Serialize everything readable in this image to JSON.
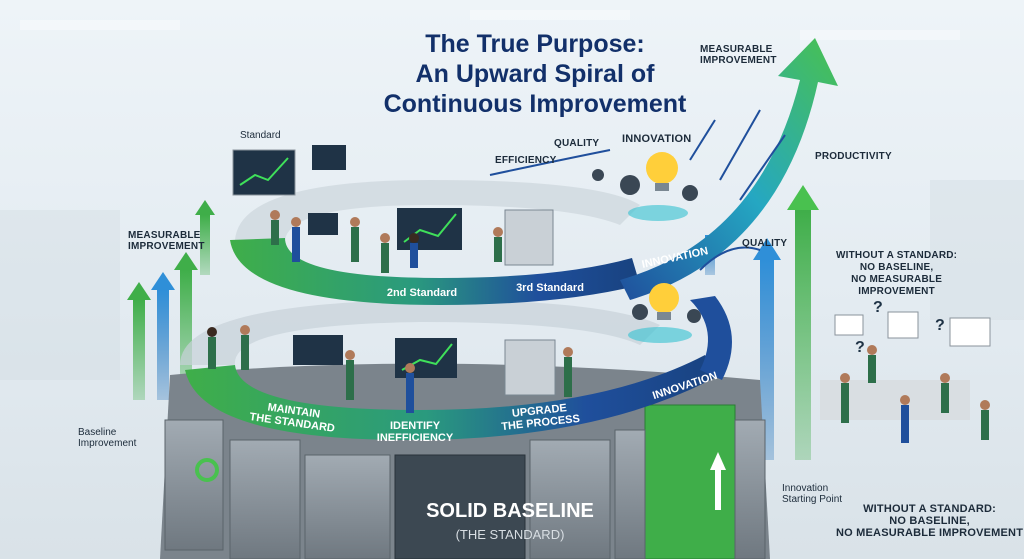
{
  "title": {
    "line1": "The True Purpose:",
    "line2": "An Upward Spiral of",
    "line3": "Continuous Improvement"
  },
  "labels": {
    "measurable_improvement_top": "MEASURABLE\nIMPROVEMENT",
    "standard": "Standard",
    "efficiency": "EFFICIENCY",
    "quality_top": "QUALITY",
    "innovation_top": "INNOVATION",
    "productivity": "PRODUCTIVITY",
    "measurable_improvement_left": "MEASURABLE\nIMPROVEMENT",
    "quality_right": "QUALITY",
    "without_standard_1": "WITHOUT A STANDARD:\nNO BASELINE,\nNO MEASURABLE\nIMPROVEMENT",
    "baseline_improvement": "Baseline\nImprovement",
    "innovation_starting_point": "Innovation\nStarting Point",
    "without_standard_2": "WITHOUT A STANDARD:\nNO BASELINE,\nNO MEASURABLE IMPROVEMENT"
  },
  "upper_ring": {
    "step1": "2nd Standard",
    "step2": "3rd Standard",
    "step3": "INNOVATION"
  },
  "lower_ring": {
    "step1": "MAINTAIN\nTHE STANDARD",
    "step2": "IDENTIFY\nINEFFICIENCY",
    "step3": "UPGRADE\nTHE PROCESS",
    "step4": "INNOVATION"
  },
  "base": {
    "title": "SOLID BASELINE",
    "subtitle": "(THE STANDARD)"
  },
  "colors": {
    "title": "#12306a",
    "green": "#3fae49",
    "blue": "#1f4f9c",
    "teal": "#1ea0a8",
    "stone": "#8a939b"
  }
}
